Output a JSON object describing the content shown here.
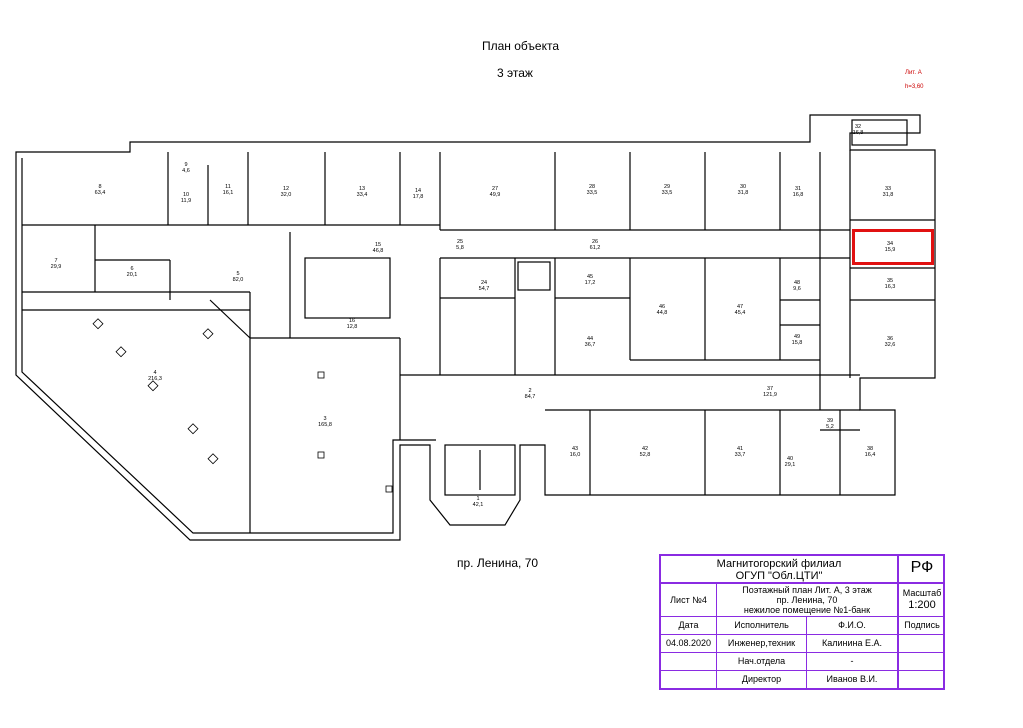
{
  "header": {
    "title": "План объекта",
    "floor": "3 этаж"
  },
  "corner": {
    "lit": "Лит. А",
    "height": "h=3,60"
  },
  "address_caption": "пр. Ленина, 70",
  "rooms": [
    {
      "num": "8",
      "area": "63,4"
    },
    {
      "num": "9",
      "area": "4,6"
    },
    {
      "num": "10",
      "area": "11,9"
    },
    {
      "num": "11",
      "area": "16,1"
    },
    {
      "num": "12",
      "area": "32,0"
    },
    {
      "num": "13",
      "area": "33,4"
    },
    {
      "num": "14",
      "area": "17,8"
    },
    {
      "num": "27",
      "area": "49,9"
    },
    {
      "num": "28",
      "area": "33,5"
    },
    {
      "num": "29",
      "area": "33,5"
    },
    {
      "num": "30",
      "area": "31,8"
    },
    {
      "num": "31",
      "area": "16,8"
    },
    {
      "num": "32",
      "area": "16,8"
    },
    {
      "num": "33",
      "area": "31,8"
    },
    {
      "num": "34",
      "area": "15,9"
    },
    {
      "num": "35",
      "area": "16,3"
    },
    {
      "num": "36",
      "area": "32,6"
    },
    {
      "num": "7",
      "area": "29,9"
    },
    {
      "num": "6",
      "area": "20,1"
    },
    {
      "num": "5",
      "area": "82,0"
    },
    {
      "num": "15",
      "area": "46,8"
    },
    {
      "num": "16",
      "area": "12,8"
    },
    {
      "num": "25",
      "area": "5,8"
    },
    {
      "num": "26",
      "area": "61,2"
    },
    {
      "num": "24",
      "area": "54,7"
    },
    {
      "num": "45",
      "area": "17,2"
    },
    {
      "num": "46",
      "area": "44,8"
    },
    {
      "num": "47",
      "area": "45,4"
    },
    {
      "num": "48",
      "area": "9,6"
    },
    {
      "num": "49",
      "area": "15,8"
    },
    {
      "num": "44",
      "area": "36,7"
    },
    {
      "num": "4",
      "area": "216,3"
    },
    {
      "num": "3",
      "area": "165,8"
    },
    {
      "num": "2",
      "area": "84,7"
    },
    {
      "num": "1",
      "area": "42,1"
    },
    {
      "num": "37",
      "area": "121,9"
    },
    {
      "num": "43",
      "area": "16,0"
    },
    {
      "num": "42",
      "area": "52,8"
    },
    {
      "num": "41",
      "area": "33,7"
    },
    {
      "num": "40",
      "area": "29,1"
    },
    {
      "num": "39",
      "area": "5,2"
    },
    {
      "num": "38",
      "area": "16,4"
    }
  ],
  "highlight_color": "#e11111",
  "stamp": {
    "org1": "Магнитогорский филиал",
    "org2": "ОГУП \"Обл.ЦТИ\"",
    "rf": "РФ",
    "sheet": "Лист №4",
    "plan1": "Поэтажный план  Лит. А, 3 этаж",
    "plan2": "пр. Ленина, 70",
    "plan3": "нежилое помещение №1-банк",
    "scale_label": "Масштаб",
    "scale_value": "1:200",
    "col_date": "Дата",
    "col_exec": "Исполнитель",
    "col_fio": "Ф.И.О.",
    "col_sign": "Подпись",
    "date": "04.08.2020",
    "role1": "Инженер,техник",
    "name1": "Калинина Е.А.",
    "role2": "Нач.отдела",
    "name2": "-",
    "role3": "Директор",
    "name3": "Иванов В.И."
  }
}
